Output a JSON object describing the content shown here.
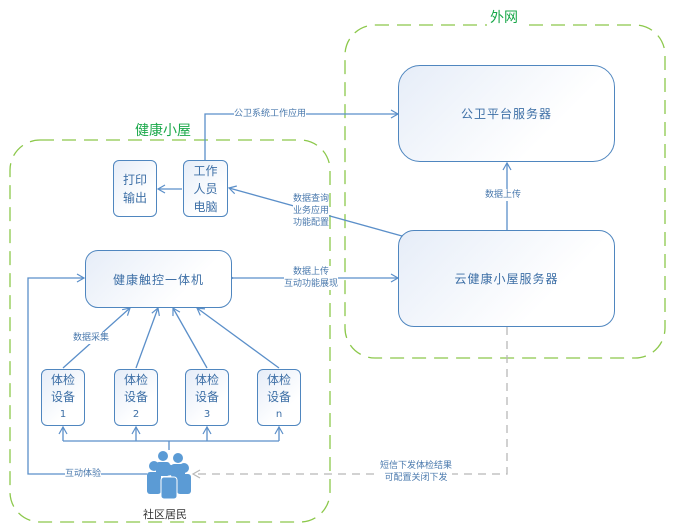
{
  "zones": {
    "external": "外网",
    "health_hut": "健康小屋"
  },
  "nodes": {
    "police_server": "公卫平台服务器",
    "cloud_server": "云健康小屋服务器",
    "workstation": [
      "工作",
      "人员",
      "电脑"
    ],
    "printer": [
      "打印",
      "输出"
    ],
    "kiosk": "健康触控一体机",
    "devices": [
      {
        "line1": "体检",
        "line2": "设备",
        "num": "1"
      },
      {
        "line1": "体检",
        "line2": "设备",
        "num": "2"
      },
      {
        "line1": "体检",
        "line2": "设备",
        "num": "3"
      },
      {
        "line1": "体检",
        "line2": "设备",
        "num": "n"
      }
    ],
    "residents": "社区居民"
  },
  "edges": {
    "workstation_to_police": "公卫系统工作应用",
    "cloud_to_police": "数据上传",
    "cloud_workstation": [
      "数据查询",
      "业务应用",
      "功能配置"
    ],
    "kiosk_cloud": [
      "数据上传",
      "互动功能展现"
    ],
    "devices_to_kiosk": "数据采集",
    "residents_to_kiosk": "互动体验",
    "cloud_to_residents": [
      "短信下发体检结果",
      "可配置关闭下发"
    ]
  },
  "colors": {
    "zone_border": "#8cc84b",
    "zone_title": "#1aa84a",
    "box_border": "#4f86bf",
    "arrow": "#5b8fc9",
    "sms_line": "#b8b8b8",
    "person": "#5b9bd5"
  }
}
